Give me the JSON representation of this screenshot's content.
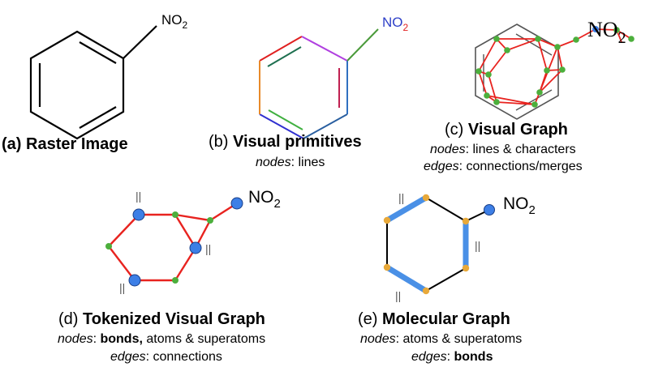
{
  "panels": {
    "a": {
      "prefix": "(a)",
      "title": "Raster Image"
    },
    "b": {
      "prefix": "(b)",
      "title": "Visual primitives",
      "nodes_key": "nodes",
      "nodes_rest": ": lines"
    },
    "c": {
      "prefix": "(c)",
      "title": "Visual Graph",
      "nodes_key": "nodes",
      "nodes_rest": ": lines & characters",
      "edges_key": "edges",
      "edges_rest": ": connections/merges"
    },
    "d": {
      "prefix": "(d)",
      "title": "Tokenized Visual Graph",
      "nodes_key": "nodes",
      "nodes_colon": ": ",
      "nodes_bold": "bonds,",
      "nodes_rest": " atoms & superatoms",
      "edges_key": "edges",
      "edges_rest": ": connections"
    },
    "e": {
      "prefix": "(e)",
      "title": "Molecular Graph",
      "nodes_key": "nodes",
      "nodes_rest": ": atoms & superatoms",
      "edges_key": "edges",
      "edges_colon": ": ",
      "edges_bold": "bonds"
    }
  },
  "chem": {
    "no": "NO",
    "sub": "2",
    "double_bond_mark": "||"
  },
  "colors": {
    "bond_black": "#000000",
    "graph_red": "#e8231f",
    "node_green": "#4caf3c",
    "node_blue": "#3d7fe6",
    "node_orange": "#e8a93a",
    "bond_blue": "#4a90e6",
    "hex_grey": "#555555"
  }
}
